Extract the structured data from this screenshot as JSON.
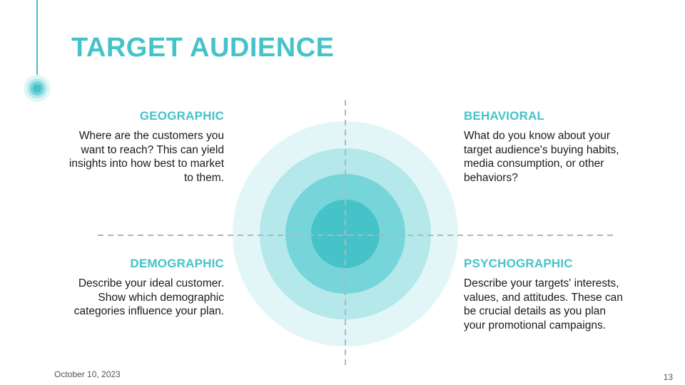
{
  "slide": {
    "title": "TARGET AUDIENCE",
    "quadrants": {
      "geographic": {
        "heading": "GEOGRAPHIC",
        "body": "Where are the customers you want to reach? This can yield insights into how best to market to them."
      },
      "behavioral": {
        "heading": "BEHAVIORAL",
        "body": "What do you know about your target audience's buying habits, media consumption, or other behaviors?"
      },
      "demographic": {
        "heading": "DEMOGRAPHIC",
        "body": "Describe your ideal customer. Show which demographic categories influence your plan."
      },
      "psychographic": {
        "heading": "PSYCHOGRAPHIC",
        "body": "Describe your targets' interests, values, and attitudes. These can be crucial details as you plan your promotional campaigns."
      }
    },
    "footer": {
      "date": "October 10, 2023",
      "page_number": "13"
    }
  },
  "colors": {
    "accent": "#45c3c9",
    "ring_outer": "#e3f6f7",
    "ring_2": "#b4e8ea",
    "ring_3": "#76d5d9",
    "ring_inner": "#45c3c9",
    "axis_dash": "#b5b5b5"
  }
}
